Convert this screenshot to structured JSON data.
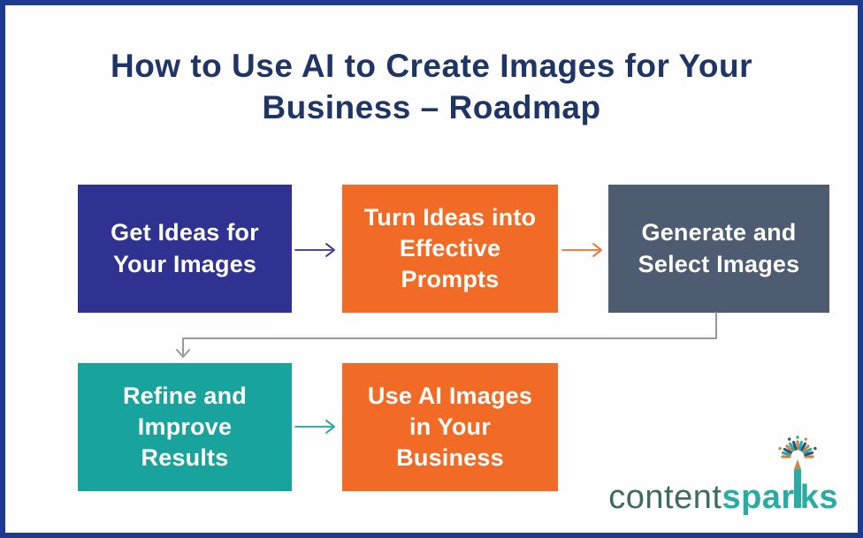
{
  "frame": {
    "border_color": "#1e3a8c",
    "background": "#fefefe"
  },
  "title": {
    "lines": [
      "How to Use AI to Create Images for Your",
      "Business – Roadmap"
    ],
    "color": "#1e3566"
  },
  "flow": {
    "boxes": [
      {
        "id": "get-ideas",
        "lines": [
          "Get Ideas for",
          "Your Images"
        ],
        "color": "#2f3291",
        "text_color": "#ffffff"
      },
      {
        "id": "turn-ideas",
        "lines": [
          "Turn Ideas into",
          "Effective",
          "Prompts"
        ],
        "color": "#f26b26",
        "text_color": "#ffffff"
      },
      {
        "id": "generate-select",
        "lines": [
          "Generate and",
          "Select Images"
        ],
        "color": "#4e5c72",
        "text_color": "#ffffff"
      },
      {
        "id": "refine-improve",
        "lines": [
          "Refine and",
          "Improve",
          "Results"
        ],
        "color": "#18a49c",
        "text_color": "#ffffff"
      },
      {
        "id": "use-images",
        "lines": [
          "Use AI Images",
          "in Your",
          "Business"
        ],
        "color": "#f26b26",
        "text_color": "#ffffff"
      }
    ],
    "arrows": [
      {
        "from": "get-ideas",
        "to": "turn-ideas",
        "color": "#2f3291"
      },
      {
        "from": "turn-ideas",
        "to": "generate-select",
        "color": "#f26b26"
      },
      {
        "from": "generate-select",
        "to": "refine-improve",
        "color": "#97999d"
      },
      {
        "from": "refine-improve",
        "to": "use-images",
        "color": "#18a49c"
      }
    ]
  },
  "logo": {
    "part1": "content",
    "part2_a": "spar",
    "part2_b": "ks",
    "part1_color": "#3e6a63",
    "part2_color": "#29aca4",
    "burst_colors": [
      "#c9883f",
      "#2b4e94",
      "#29aca4"
    ]
  }
}
